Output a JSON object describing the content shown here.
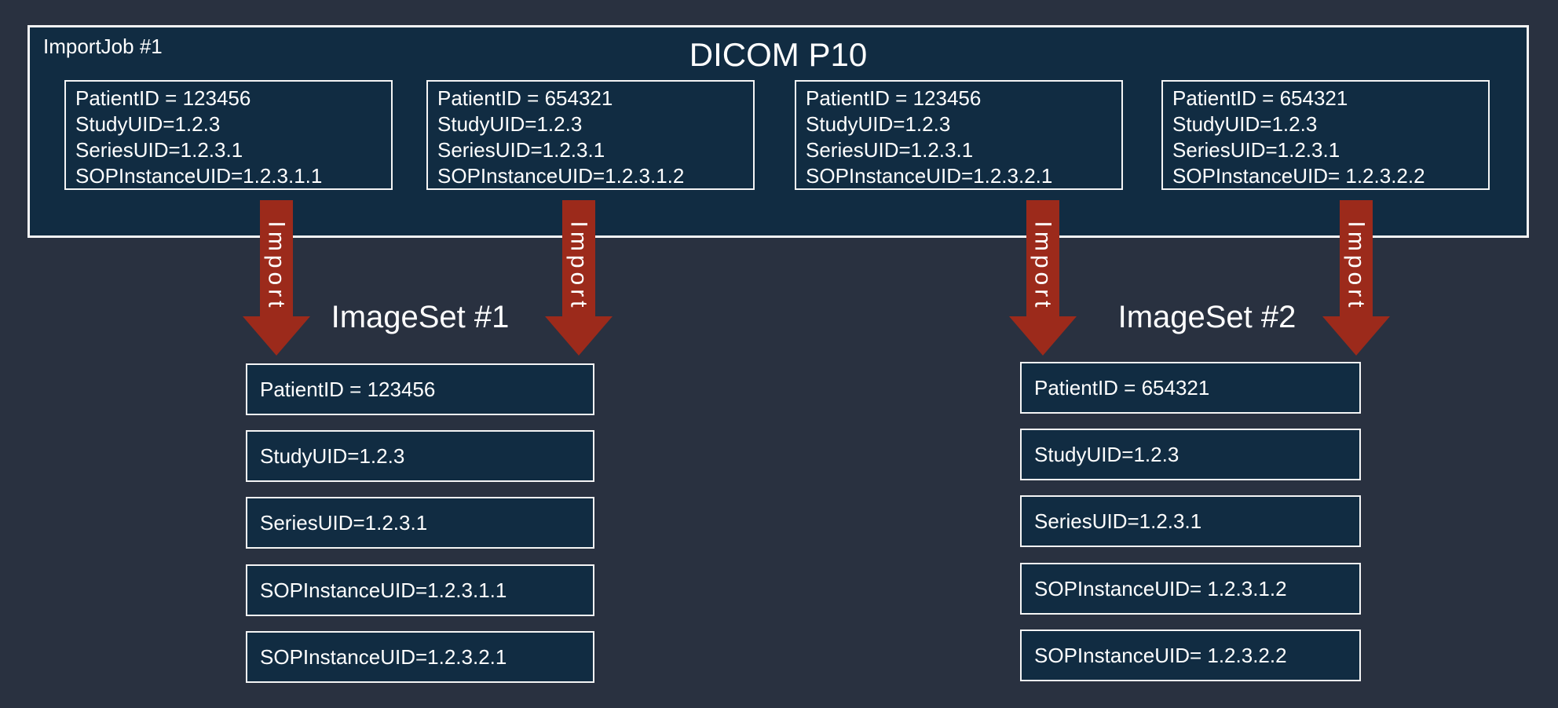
{
  "colors": {
    "background": "#293140",
    "panel_fill": "#112c42",
    "border": "#f5f5f5",
    "arrow_red": "#9c2a1b",
    "text": "#ffffff"
  },
  "import_job": {
    "label": "ImportJob #1",
    "title": "DICOM P10"
  },
  "dicom_boxes": [
    {
      "lines": [
        "PatientID = 123456",
        "StudyUID=1.2.3",
        "SeriesUID=1.2.3.1",
        "SOPInstanceUID=1.2.3.1.1"
      ]
    },
    {
      "lines": [
        "PatientID = 654321",
        "StudyUID=1.2.3",
        "SeriesUID=1.2.3.1",
        "SOPInstanceUID=1.2.3.1.2"
      ]
    },
    {
      "lines": [
        "PatientID = 123456",
        "StudyUID=1.2.3",
        "SeriesUID=1.2.3.1",
        "SOPInstanceUID=1.2.3.2.1"
      ]
    },
    {
      "lines": [
        "PatientID = 654321",
        "StudyUID=1.2.3",
        "SeriesUID=1.2.3.1",
        "SOPInstanceUID= 1.2.3.2.2"
      ]
    }
  ],
  "arrows": [
    {
      "label": "Import"
    },
    {
      "label": "Import"
    },
    {
      "label": "Import"
    },
    {
      "label": "Import"
    }
  ],
  "image_sets": [
    {
      "title": "ImageSet #1",
      "rows": [
        "PatientID = 123456",
        "StudyUID=1.2.3",
        "SeriesUID=1.2.3.1",
        "SOPInstanceUID=1.2.3.1.1",
        "SOPInstanceUID=1.2.3.2.1"
      ]
    },
    {
      "title": "ImageSet #2",
      "rows": [
        "PatientID = 654321",
        "StudyUID=1.2.3",
        "SeriesUID=1.2.3.1",
        "SOPInstanceUID= 1.2.3.1.2",
        "SOPInstanceUID= 1.2.3.2.2"
      ]
    }
  ]
}
